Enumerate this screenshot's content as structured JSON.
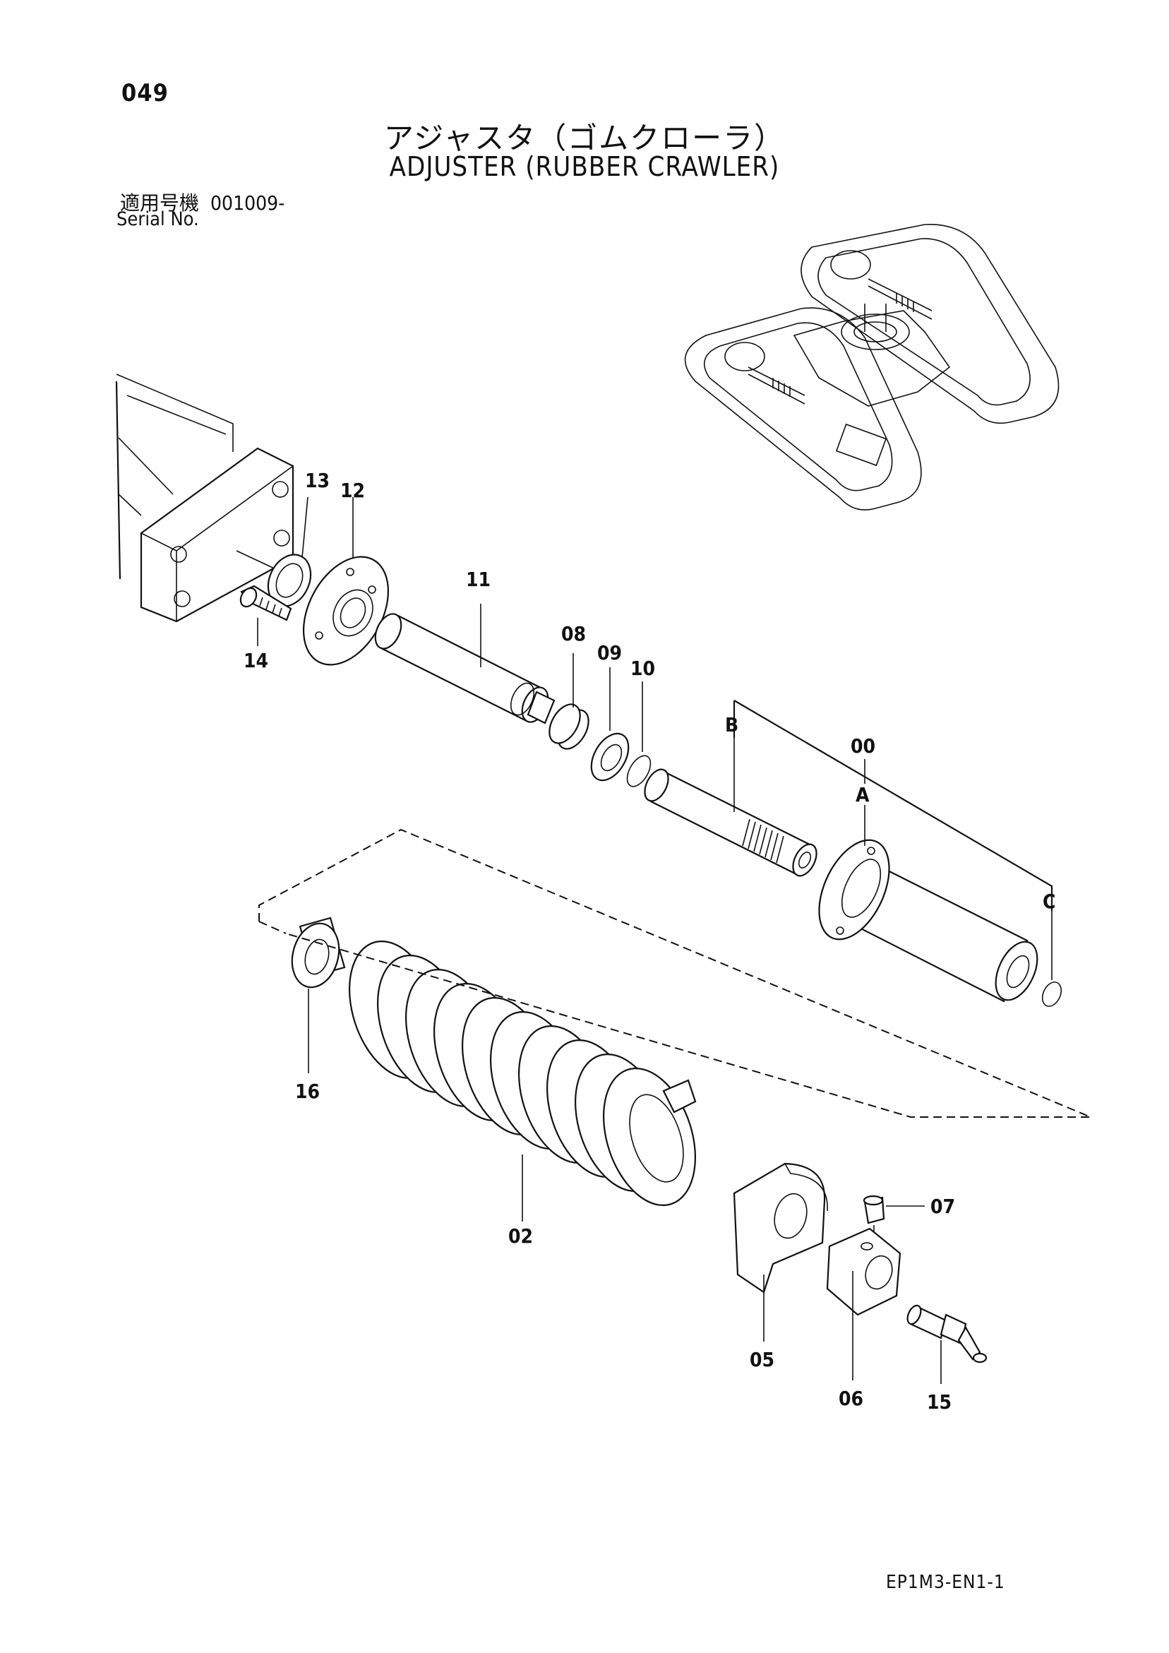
{
  "header": {
    "page_number": "049",
    "title_jp": "アジャスタ（ゴムクローラ）",
    "title_en": "ADJUSTER (RUBBER CRAWLER)",
    "serial_label_jp": "適用号機",
    "serial_value": "001009-",
    "serial_label_en": "Serial No."
  },
  "callouts": {
    "p00": "00",
    "p02": "02",
    "p05": "05",
    "p06": "06",
    "p07": "07",
    "p08": "08",
    "p09": "09",
    "p10": "10",
    "p11": "11",
    "p12": "12",
    "p13": "13",
    "p14": "14",
    "p15": "15",
    "p16": "16",
    "a": "A",
    "b": "B",
    "c": "C"
  },
  "footer": {
    "doc_code": "EP1M3-EN1-1"
  }
}
